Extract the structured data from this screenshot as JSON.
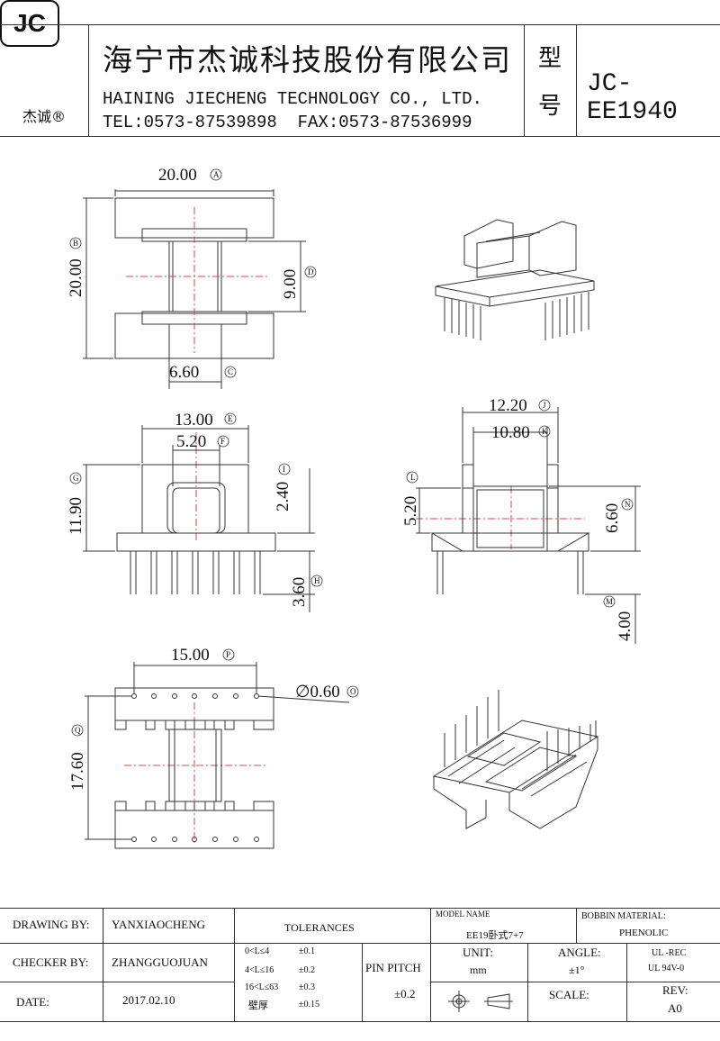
{
  "header": {
    "logo": "JC",
    "logo_sub": "杰诚®",
    "company_cn": "海宁市杰诚科技股份有限公司",
    "company_en": "HAINING JIECHENG TECHNOLOGY CO., LTD.",
    "contact": "TEL:0573-87539898  FAX:0573-87536999",
    "model_label_1": "型",
    "model_label_2": "号",
    "model_no": "JC-EE1940"
  },
  "dimensions": {
    "A": "20.00",
    "B": "20.00",
    "C": "6.60",
    "D": "9.00",
    "E": "13.00",
    "F": "5.20",
    "G": "11.90",
    "H": "3.60",
    "I": "2.40",
    "J": "12.20",
    "K": "10.80",
    "L": "5.20",
    "M": "4.00",
    "N": "6.60",
    "O": "∅0.60",
    "P": "15.00",
    "Q": "17.60"
  },
  "markers": {
    "A": "A",
    "B": "B",
    "C": "C",
    "D": "D",
    "E": "E",
    "F": "F",
    "G": "G",
    "H": "H",
    "I": "I",
    "J": "J",
    "K": "K",
    "L": "L",
    "M": "M",
    "N": "N",
    "O": "O",
    "P": "P",
    "Q": "Q"
  },
  "title_block": {
    "drawing_by_label": "DRAWING  BY:",
    "drawing_by": "YANXIAOCHENG",
    "checker_by_label": "CHECKER  BY:",
    "checker_by": "ZHANGGUOJUAN",
    "date_label": "DATE:",
    "date": "2017.02.10",
    "tolerances_label": "TOLERANCES",
    "tol_rows": [
      {
        "range": "0<L≤4",
        "value": "±0.1"
      },
      {
        "range": "4<L≤16",
        "value": "±0.2"
      },
      {
        "range": "16<L≤63",
        "value": "±0.3"
      },
      {
        "range": "壁厚",
        "value": "±0.15"
      }
    ],
    "pin_pitch_label": "PIN PITCH",
    "pin_pitch_value": "±0.2",
    "model_name_label": "MODEL NAME",
    "model_name": "EE19卧式7+7",
    "bobbin_material_label": "BOBBIN MATERIAL:",
    "bobbin_material": "PHENOLIC",
    "unit_label": "UNIT:",
    "unit": "mm",
    "angle_label": "ANGLE:",
    "angle": "±1°",
    "ul_1": "UL -REC",
    "ul_2": "UL  94V-0",
    "scale_label": "SCALE:",
    "rev_label": "REV:",
    "rev": "A0"
  }
}
